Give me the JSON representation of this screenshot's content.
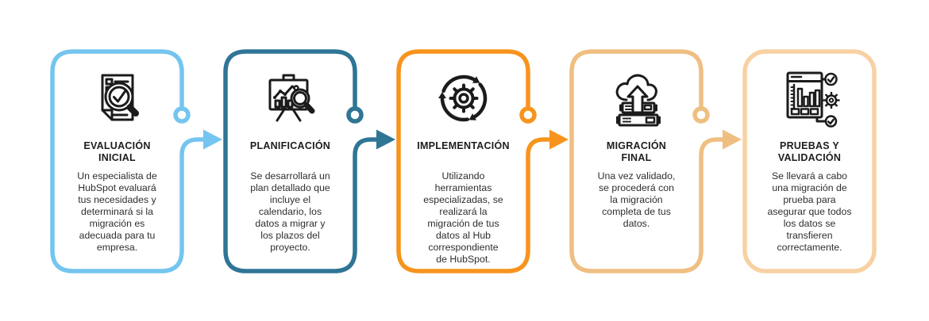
{
  "diagram": {
    "type": "process-flow",
    "background": "#ffffff",
    "icon_color": "#1b1b1b",
    "title_color": "#1d1d1d",
    "body_color": "#2e2e2e",
    "steps": [
      {
        "index": 1,
        "title": "EVALUACIÓN\nINICIAL",
        "body": "Un especialista de\nHubSpot evaluará\ntus necesidades y\ndeterminará si la\nmigración es\nadecuada para tu\nempresa.",
        "color": "#74C5EF",
        "icon": "document-magnifier-check-icon"
      },
      {
        "index": 2,
        "title": "PLANIFICACIÓN",
        "body": "Se desarrollará un\nplan detallado que\nincluye el\ncalendario, los\ndatos a migrar y\nlos plazos del\nproyecto.",
        "color": "#2F7596",
        "icon": "presentation-chart-magnifier-icon"
      },
      {
        "index": 3,
        "title": "IMPLEMENTACIÓN",
        "body": "Utilizando\nherramientas\nespecializadas, se\nrealizará la\nmigración de tus\ndatos al Hub\ncorrespondiente\nde HubSpot.",
        "color": "#F7941D",
        "icon": "gear-cycle-arrows-icon"
      },
      {
        "index": 4,
        "title": "MIGRACIÓN\nFINAL",
        "body": "Una vez validado,\nse procederá con\nla migración\ncompleta de tus\ndatos.",
        "color": "#EFBF82",
        "icon": "cloud-upload-servers-icon"
      },
      {
        "index": 5,
        "title": "PRUEBAS Y\nVALIDACIÓN",
        "body": "Se llevará a cabo\nuna migración de\nprueba para\nasegurar que todos\nlos datos se\ntransfieren\ncorrectamente.",
        "color": "#F8D1A3",
        "icon": "report-validation-icon"
      }
    ]
  }
}
